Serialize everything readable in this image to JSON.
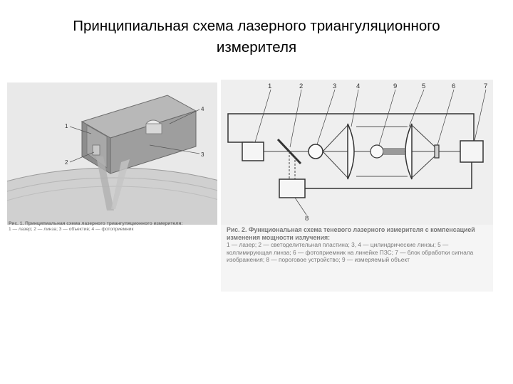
{
  "slide": {
    "title_line1": "Принципиальная схема лазерного триангуляционного",
    "title_line2": "измерителя"
  },
  "figure1": {
    "labels": {
      "l1": "1",
      "l2": "2",
      "l3": "3",
      "l4": "4"
    },
    "caption_head": "Рис. 1. Принципиальная схема лазерного триангуляционного измерителя:",
    "caption_body": "1 — лазер; 2 — линза; 3 — объектив; 4 — фотоприемник"
  },
  "figure2": {
    "labels": {
      "n1": "1",
      "n2": "2",
      "n3": "3",
      "n4": "4",
      "n9": "9",
      "n5": "5",
      "n6": "6",
      "n7": "7",
      "n8": "8"
    },
    "caption_head": "Рис. 2. Функциональная схема теневого лазерного измерителя с компенсацией изменения мощности излучения:",
    "caption_body": "1 — лазер; 2 — светоделительная пластина; 3, 4 — цилиндрические линзы; 5 — коллимирующая линза; 6 — фотоприемник на линейке ПЗС; 7 — блок обработки сигнала изображения; 8 — пороговое устройство; 9 — измеряемый объект"
  },
  "colors": {
    "background": "#ffffff",
    "diagram_line": "#333333",
    "caption_text": "#6a6a6a"
  }
}
